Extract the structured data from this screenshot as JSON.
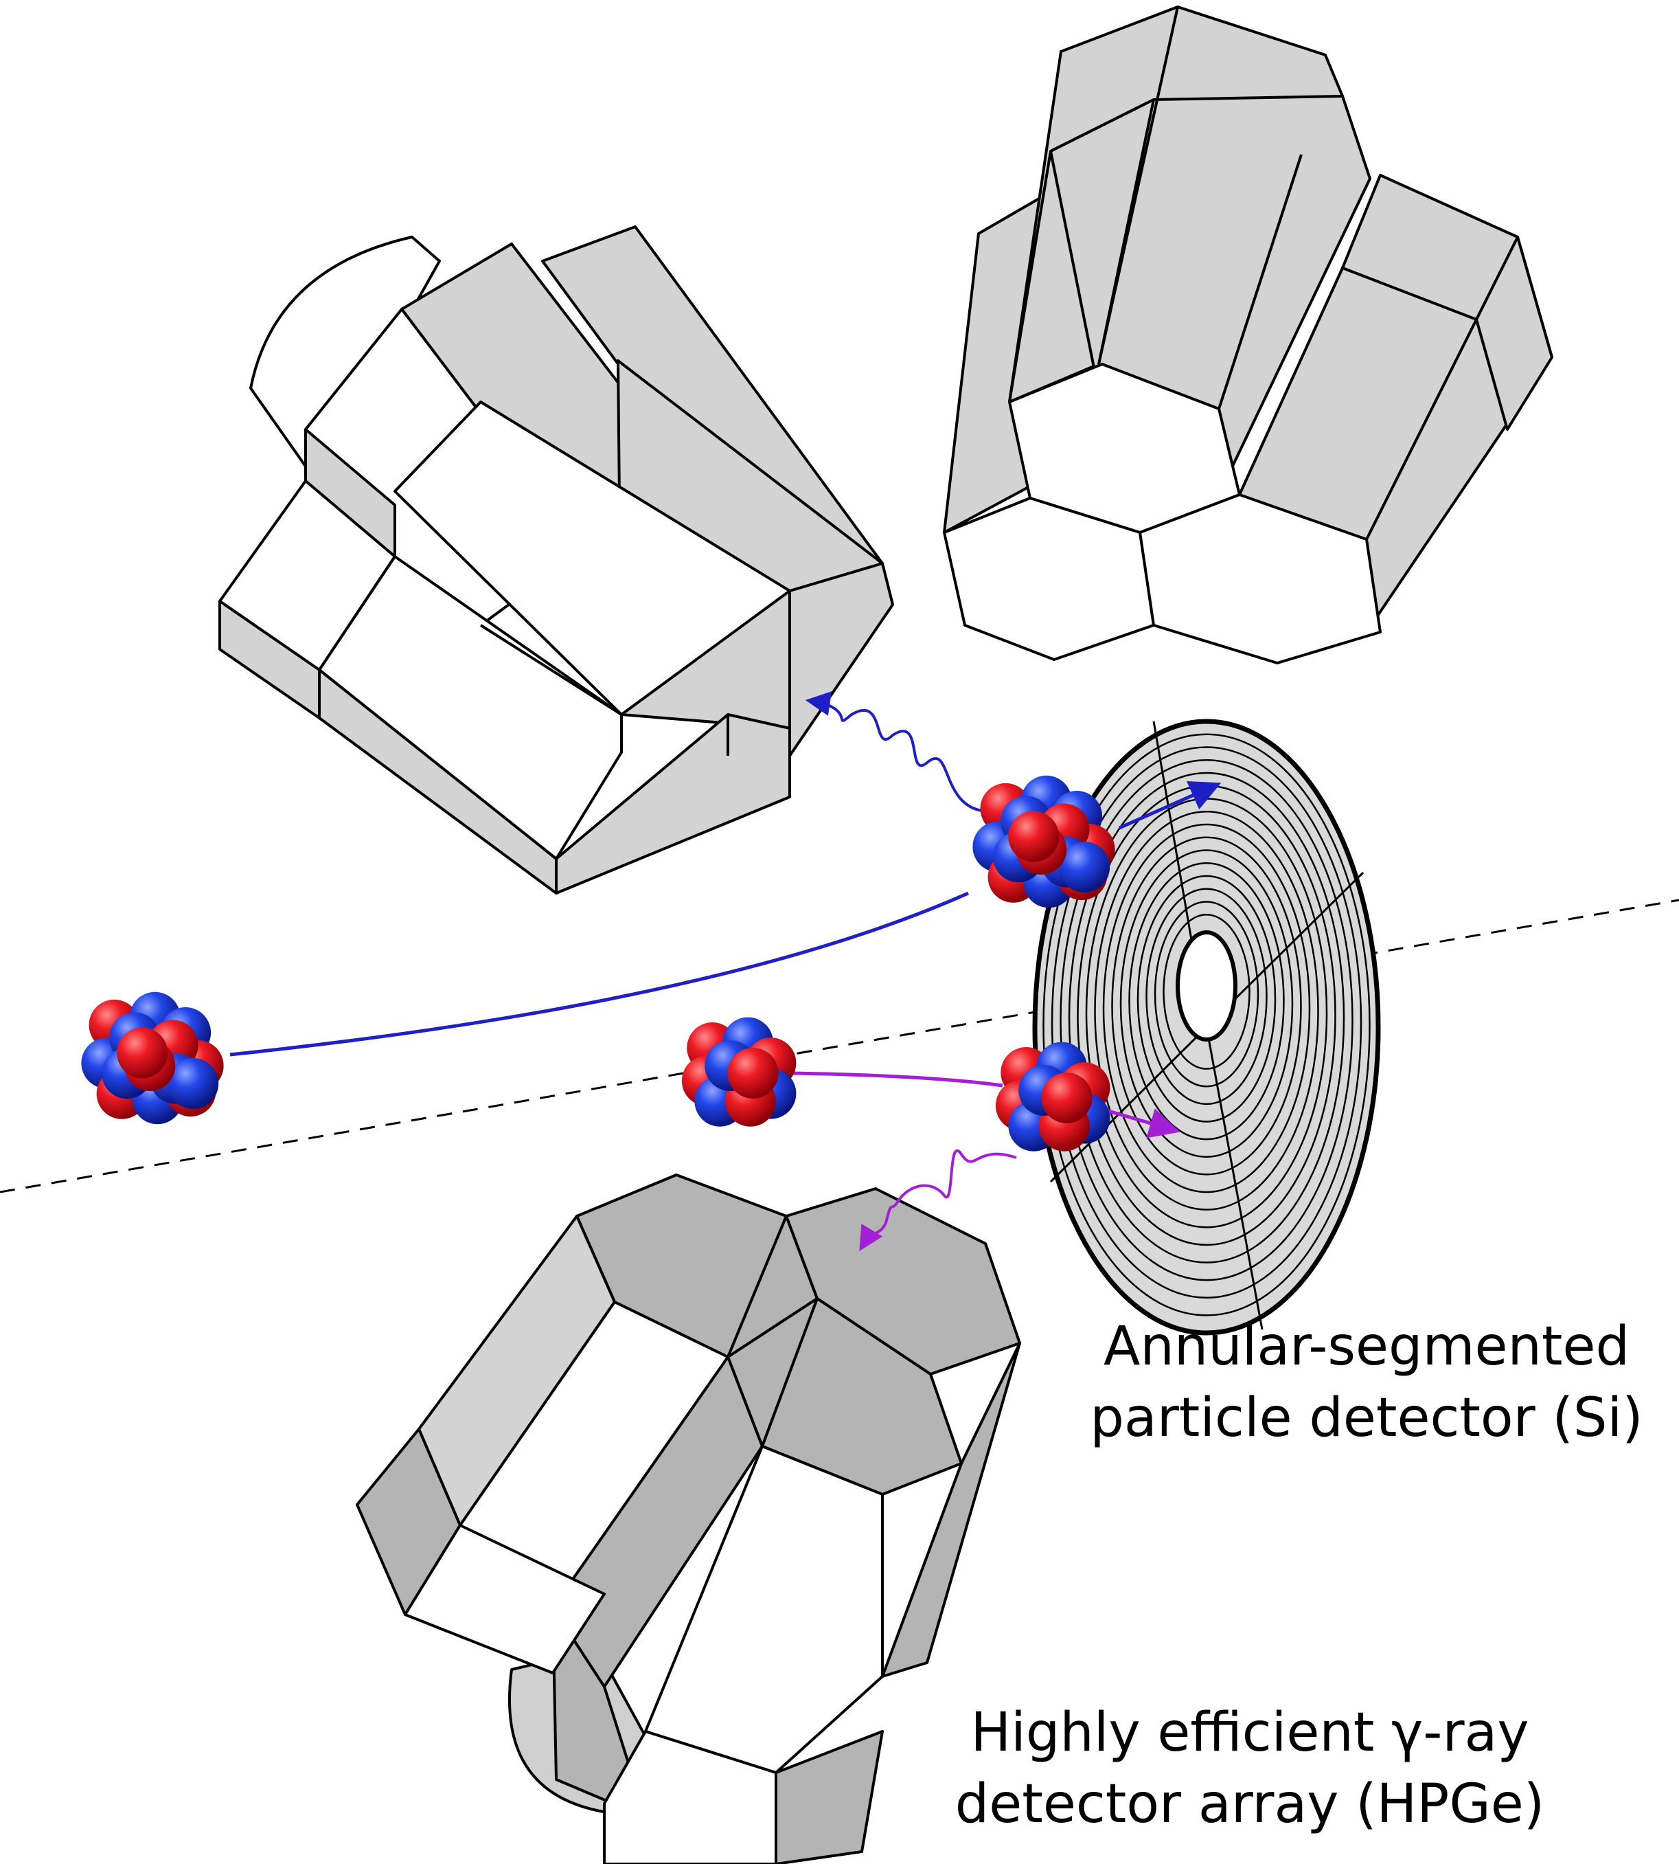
{
  "labels": {
    "si_line1": "Annular-segmented",
    "si_line2": "particle detector (Si)",
    "hpge_line1": "Highly efficient γ-ray",
    "hpge_line2": "detector array (HPGe)"
  },
  "colors": {
    "proton": "#e8161f",
    "neutron": "#1f3fe0",
    "beam_trajectory": "#1f1fc8",
    "ejectile_trajectory": "#a21fd6",
    "detector_light": "#d3d3d3",
    "detector_dark": "#b4b4b4",
    "detector_face": "#ffffff"
  },
  "icons": {
    "beam_nucleus": "nucleus-icon",
    "target_nucleus": "nucleus-icon",
    "gamma_ray": "wavy-arrow-icon"
  }
}
